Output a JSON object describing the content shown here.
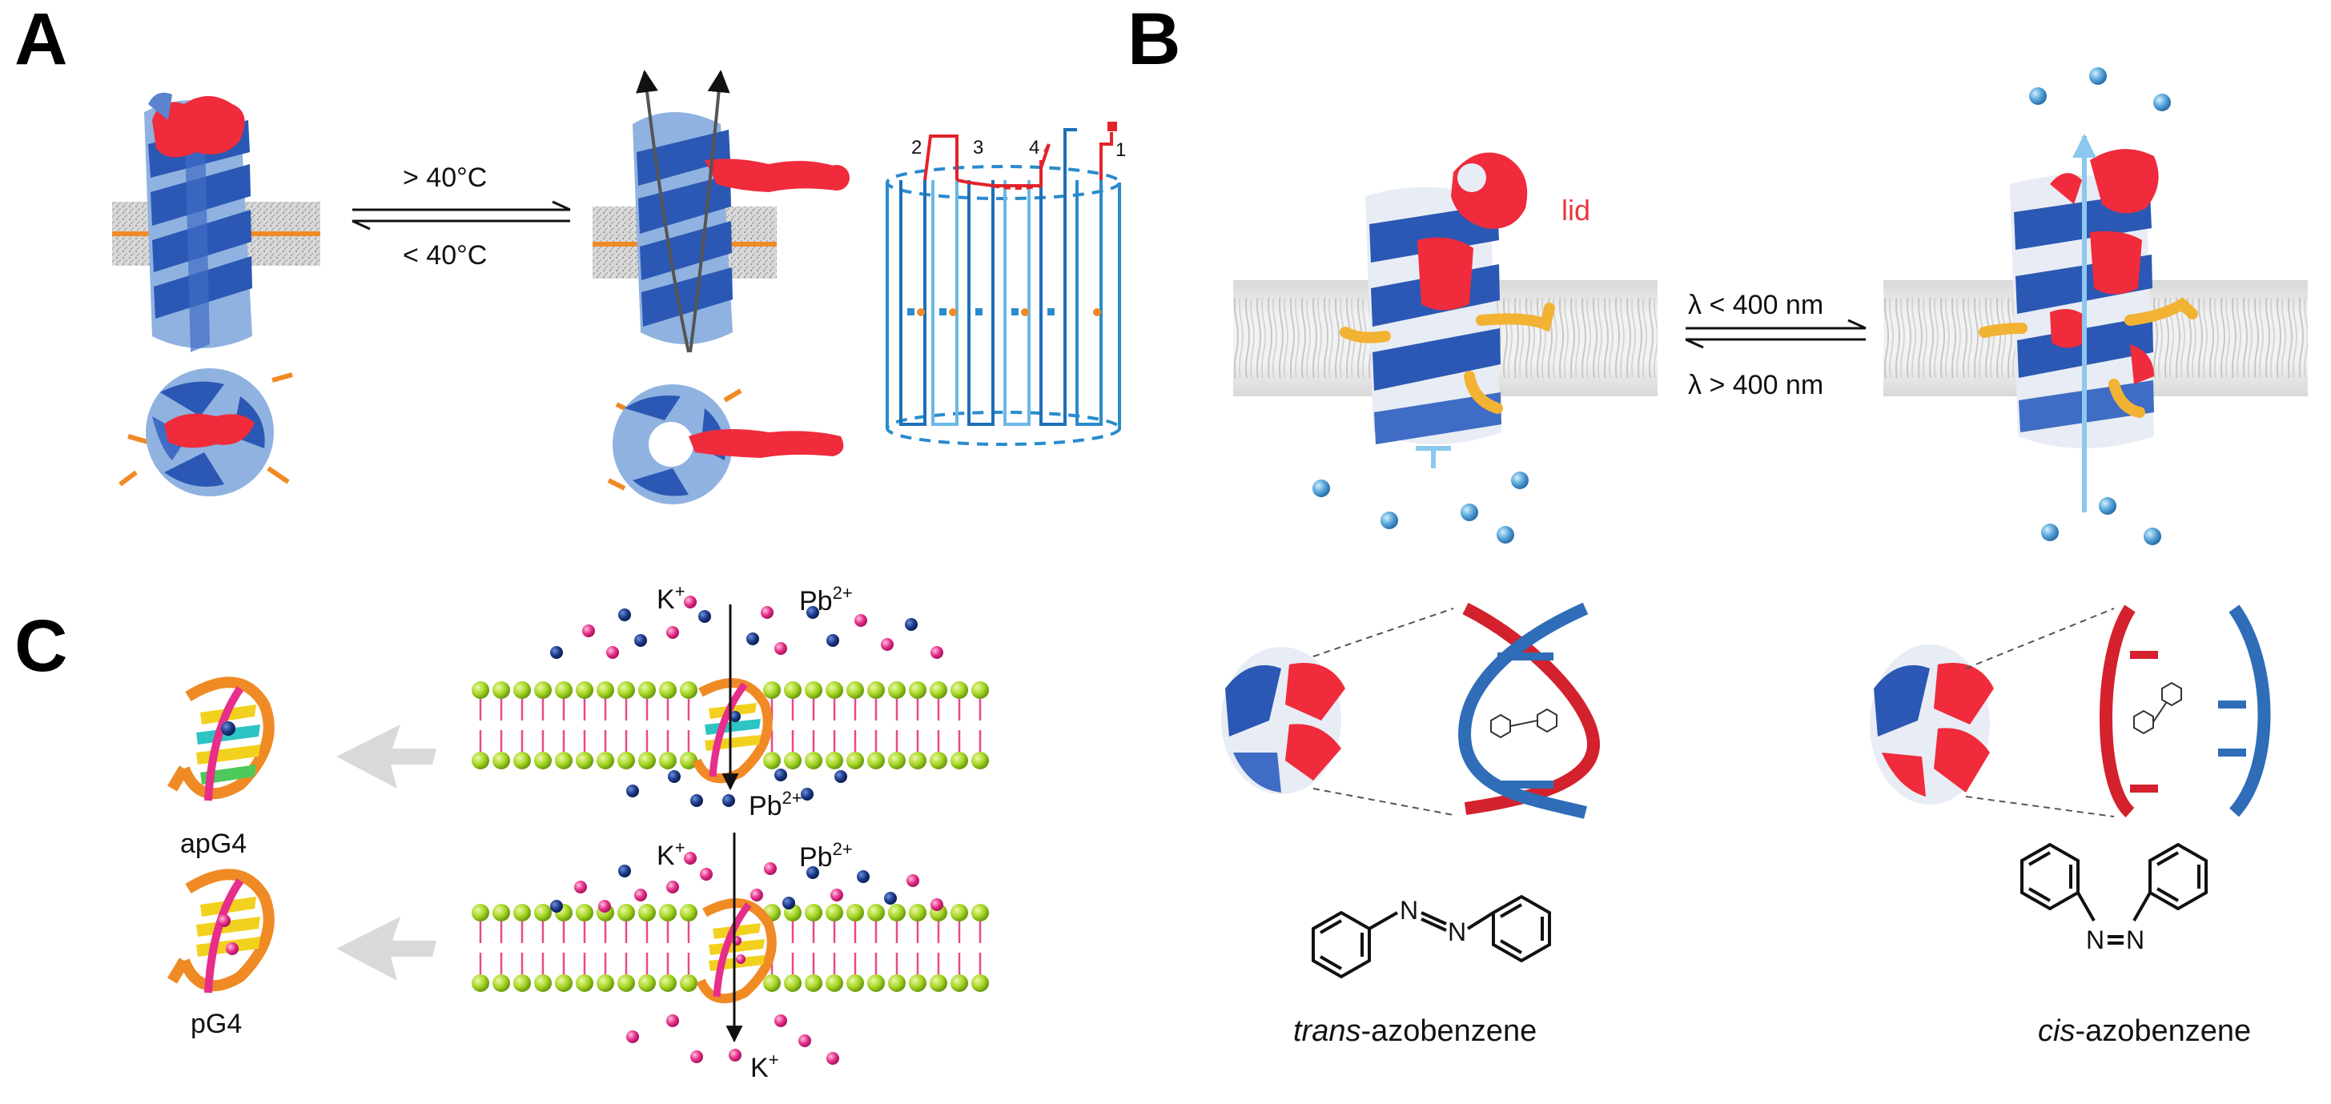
{
  "panel_letters": {
    "a": "A",
    "b": "B",
    "c": "C"
  },
  "panel_a": {
    "forward_condition": "> 40°C",
    "reverse_condition": "< 40°C",
    "helix_numbers": [
      "2",
      "3",
      "4",
      "1"
    ]
  },
  "panel_b": {
    "lid_label": "lid",
    "forward_condition": "λ < 400 nm",
    "reverse_condition": "λ > 400 nm",
    "trans_prefix": "trans",
    "cis_prefix": "cis",
    "compound_suffix": "-azobenzene"
  },
  "panel_c": {
    "apg4_label": "apG4",
    "pg4_label": "pG4",
    "k_ion": "K",
    "pb_ion": "Pb",
    "charge_plus": "+",
    "charge_2plus": "2+"
  },
  "colors": {
    "protein_dark_blue": "#2b58b4",
    "protein_light_blue": "#8fb2e0",
    "protein_red": "#f02b3c",
    "protein_white": "#e8ecf4",
    "membrane_gray": "#cfcfcf",
    "lipid_orange": "#f08a24",
    "azo_yellow": "#f2b233",
    "ion_light_blue": "#5aa8dc",
    "lipid_head_green": "#a6d622",
    "lipid_tail_pink": "#e9488c",
    "k_ion_pink": "#e62e8a",
    "pb_ion_navy": "#1b3a8a",
    "dna_red": "#d3222d",
    "dna_blue": "#2f6db8",
    "schematic_cyan": "#2a8bcc",
    "schematic_red": "#e2232a"
  }
}
